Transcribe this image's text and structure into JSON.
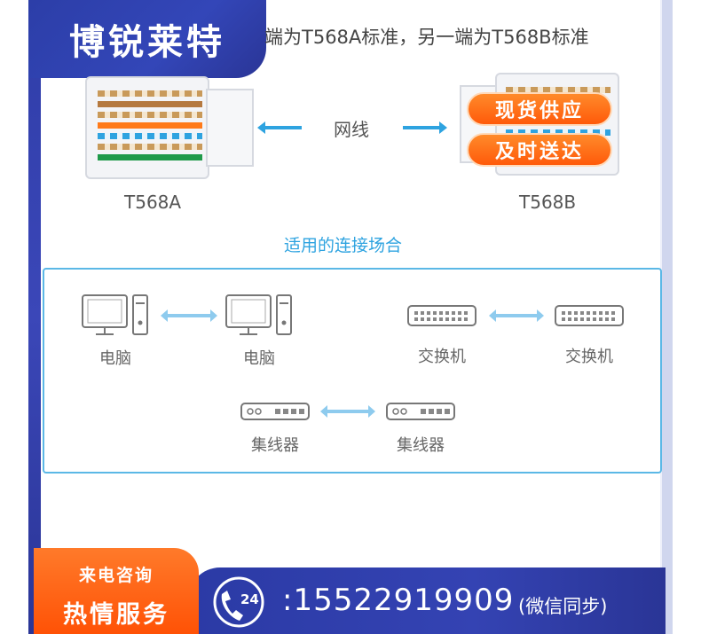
{
  "brand": {
    "name": "博锐莱特"
  },
  "header": {
    "standard_text": "端为T568A标准，另一端为T568B标准"
  },
  "connectors": {
    "left_label": "T568A",
    "right_label": "T568B",
    "cable_label": "网线"
  },
  "promo": {
    "line1": "现货供应",
    "line2": "及时送达"
  },
  "scenarios": {
    "title": "适用的连接场合",
    "pairs": [
      {
        "left": "电脑",
        "right": "电脑",
        "icon": "computer-icon"
      },
      {
        "left": "交换机",
        "right": "交换机",
        "icon": "switch-icon"
      },
      {
        "left": "集线器",
        "right": "集线器",
        "icon": "hub-icon"
      }
    ]
  },
  "footer": {
    "hotline_top": "来电咨询",
    "hotline_bottom": "热情服务",
    "badge_number": "24",
    "phone": ":15522919909",
    "phone_note": "(微信同步)"
  },
  "colors": {
    "brand_blue": "#2c3ea8",
    "accent_orange": "#ff5a0a",
    "accent_cyan": "#2ea3e0"
  }
}
